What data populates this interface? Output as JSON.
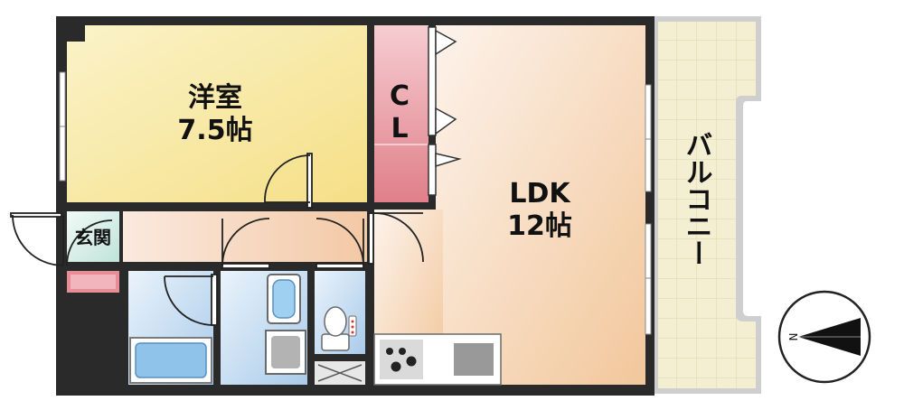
{
  "rooms": {
    "western_room": {
      "name": "洋室",
      "size": "7.5帖"
    },
    "ldk": {
      "name": "LDK",
      "size": "12帖"
    },
    "closet": {
      "line1": "C",
      "line2": "L"
    },
    "entrance": {
      "name": "玄関"
    },
    "balcony": {
      "name": "バルコニー"
    }
  },
  "compass": {
    "letter": "N"
  },
  "colors": {
    "wall": "#2a2a2a",
    "western_room": "#f7e7a1",
    "ldk": "#f6d6b7",
    "closet": "#e6949b",
    "entrance": "#d9efe9",
    "bath": "#cde1f3",
    "balcony": "#efe9d0"
  }
}
